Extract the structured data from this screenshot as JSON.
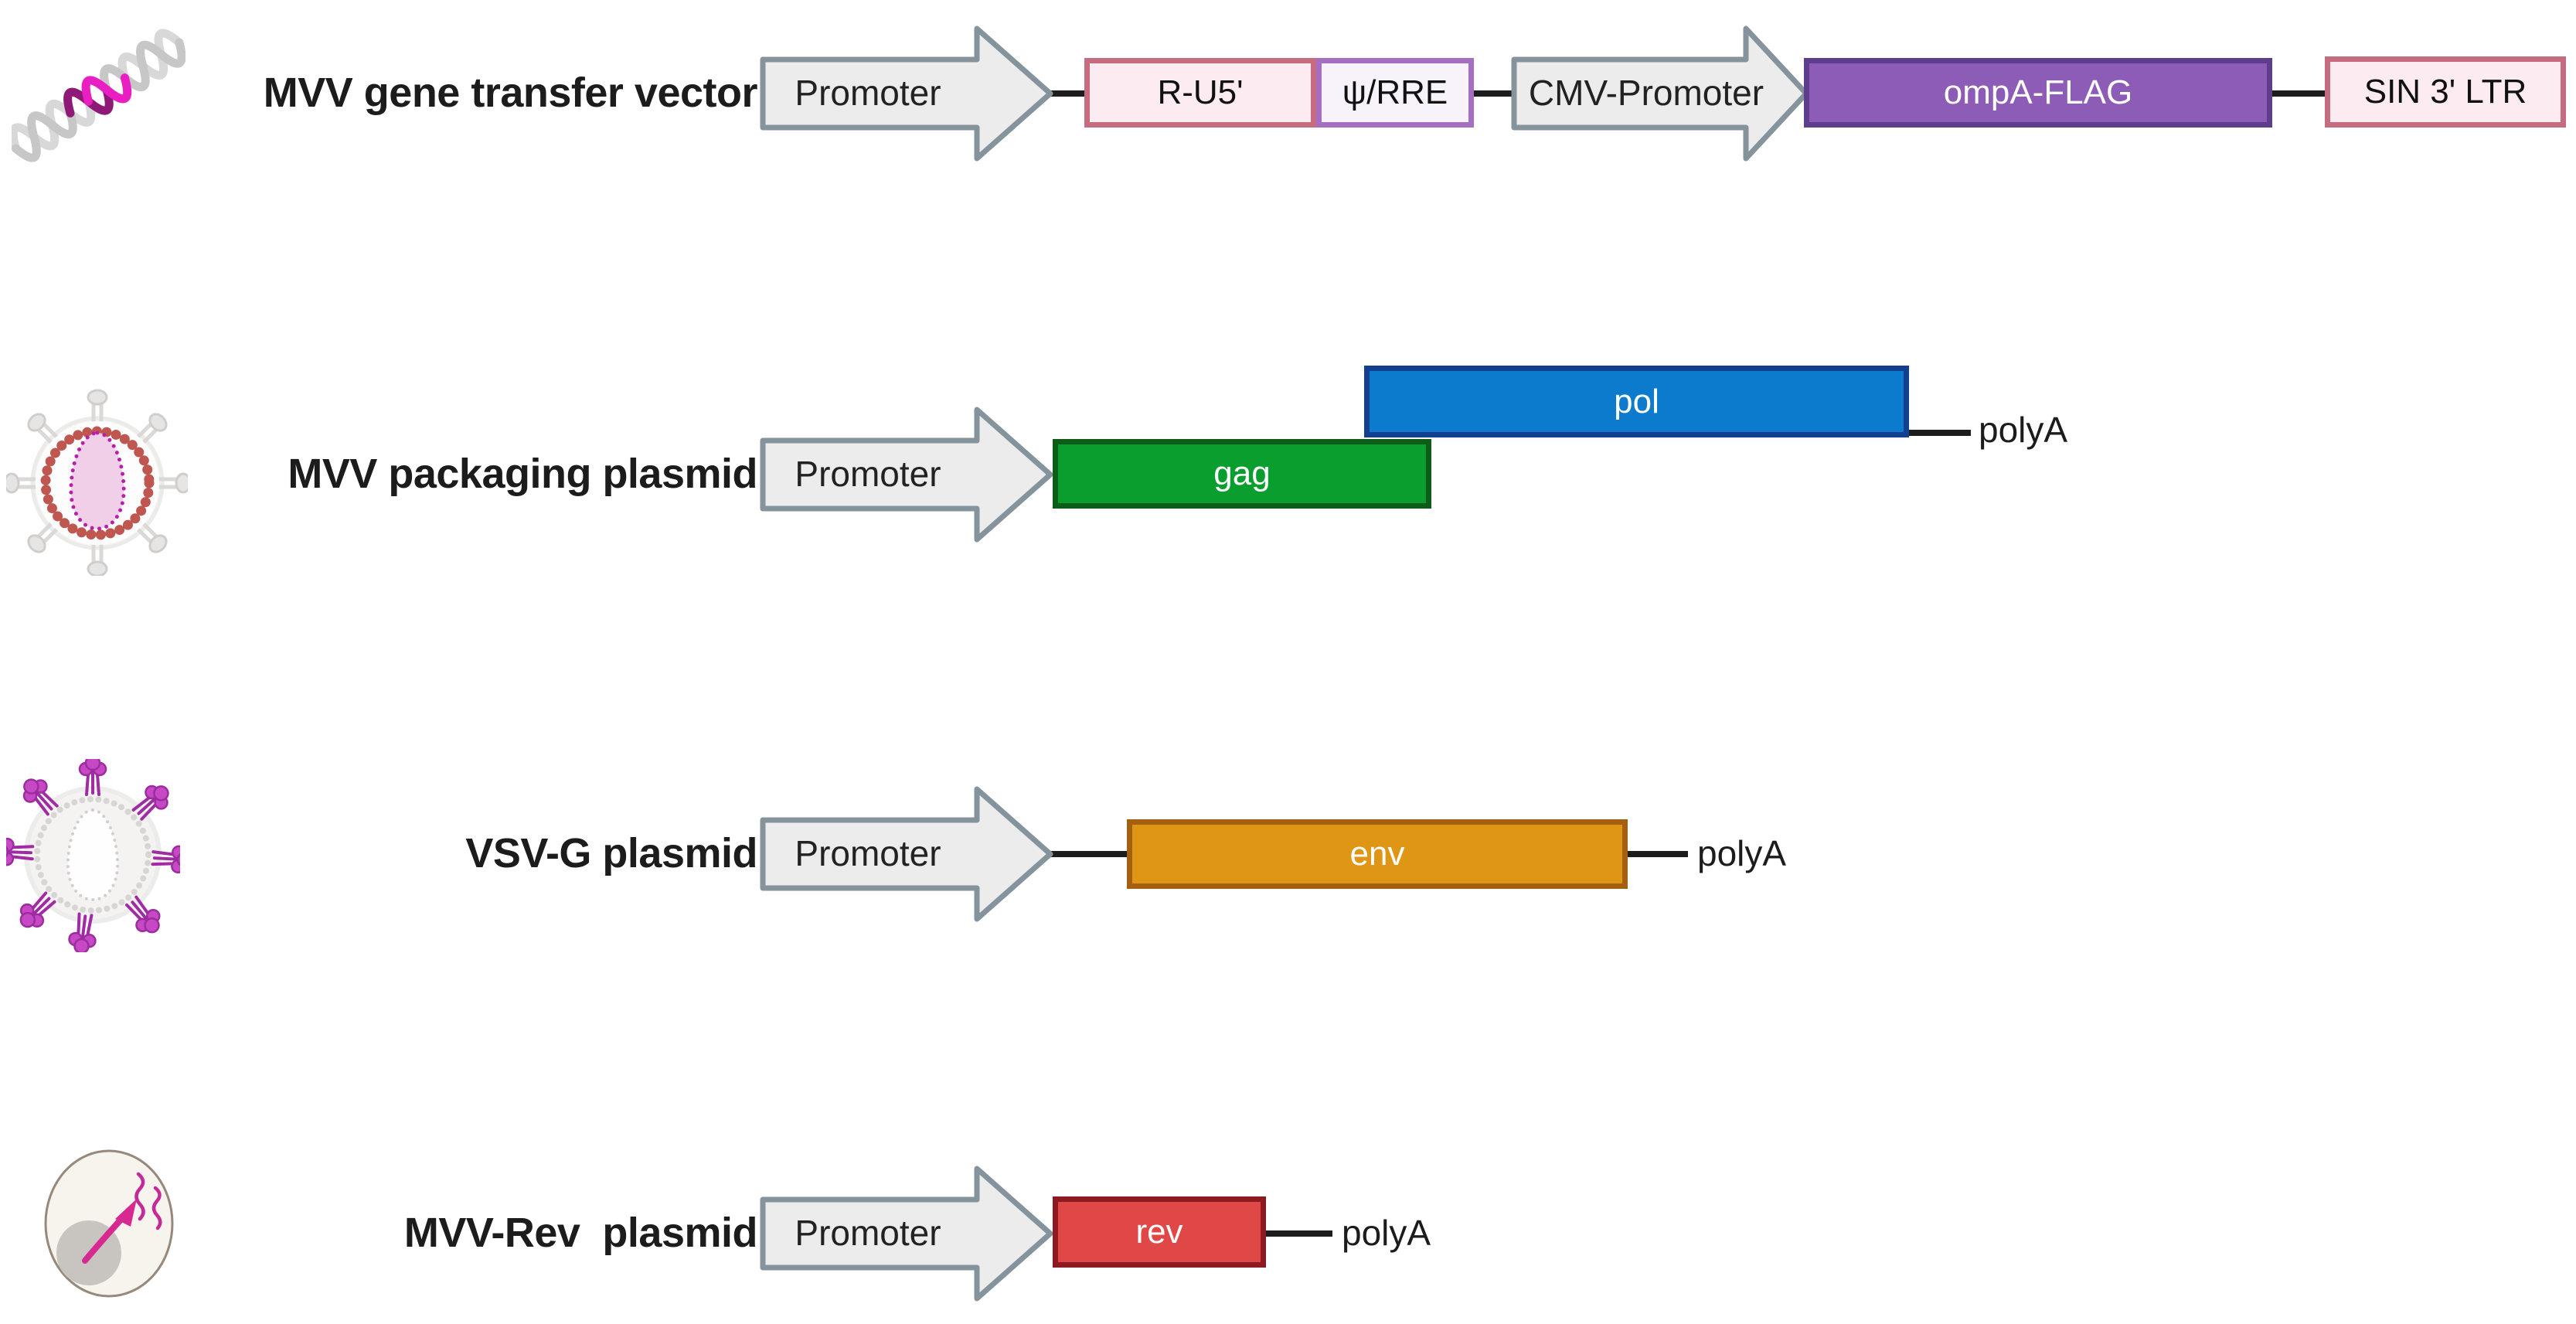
{
  "figure": {
    "type": "plasmid-construct-diagram",
    "background": "#ffffff"
  },
  "rows": [
    {
      "icon": "dna-helix",
      "label": "MVV gene transfer vector",
      "segments": {
        "promoter": "Promoter",
        "r_u5": "R-U5'",
        "psi_rre": "ψ/RRE",
        "cmv_promoter": "CMV-Promoter",
        "ompa_flag": "ompA-FLAG",
        "sin3_ltr": "SIN 3' LTR"
      }
    },
    {
      "icon": "virus-particle",
      "label": "MVV packaging plasmid",
      "segments": {
        "promoter": "Promoter",
        "gag": "gag",
        "pol": "pol",
        "polya": "polyA"
      }
    },
    {
      "icon": "vsv-g-virion",
      "label": "VSV-G plasmid",
      "segments": {
        "promoter": "Promoter",
        "env": "env",
        "polya": "polyA"
      }
    },
    {
      "icon": "cell-rev-export",
      "label": "MVV-Rev  plasmid",
      "segments": {
        "promoter": "Promoter",
        "rev": "rev",
        "polya": "polyA"
      }
    }
  ],
  "colors": {
    "promoter_fill": "#ececec",
    "promoter_border": "#84939c",
    "ltr_fill": "#fcecf2",
    "ltr_border": "#c66b80",
    "psi_fill": "#f8f2fa",
    "psi_border": "#a56ec3",
    "ompa_fill": "#8d5cb7",
    "ompa_border": "#5e3d8c",
    "gag_fill": "#0a9e2e",
    "gag_border": "#0d5c17",
    "pol_fill": "#0c7bce",
    "pol_border": "#12408f",
    "env_fill": "#df9614",
    "env_border": "#a55f10",
    "rev_fill": "#e04848",
    "rev_border": "#8c1a20",
    "connector": "#1d1d1d",
    "dna_gray": "#d6d6d6",
    "dna_magenta": "#e91fc4",
    "dna_purple": "#8e1976",
    "spike_magenta": "#c648c4",
    "bead_red": "#bf564f",
    "core_pink": "#f2cfe9"
  }
}
